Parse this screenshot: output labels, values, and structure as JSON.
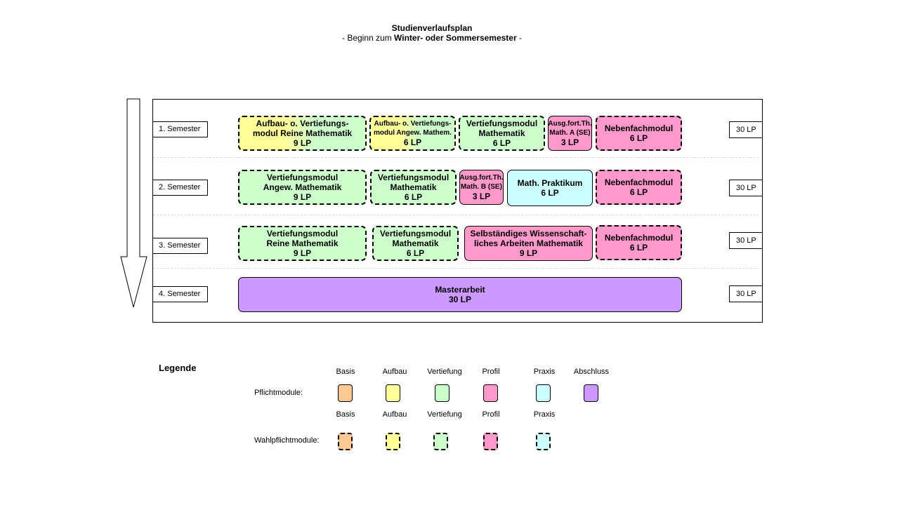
{
  "title": {
    "line1": "Studienverlaufsplan",
    "line2_prefix": "- Beginn zum ",
    "line2_bold": "Winter- oder Sommersemester",
    "line2_suffix": " -"
  },
  "colors": {
    "basis": "#ffc995",
    "aufbau": "#ffff99",
    "vertiefung": "#ccffcc",
    "profil": "#ff99cc",
    "praxis": "#ccffff",
    "abschluss": "#cc99ff"
  },
  "semesters": [
    {
      "label": "1. Semester",
      "lp": "30 LP",
      "modules": [
        {
          "name": "Aufbau- o. Vertiefungs-\nmodul Reine Mathematik",
          "lp": "9 LP",
          "style": "dash aufbau-vert"
        },
        {
          "name": "Aufbau- o. Vertiefungs-\nmodul Angew. Mathem.",
          "lp": "6 LP",
          "style": "dash aufbau-vert"
        },
        {
          "name": "Vertiefungsmodul\nMathematik",
          "lp": "6 LP",
          "style": "dash vertiefung"
        },
        {
          "name": "Ausg.fort.Th.\nMath. A (SE)",
          "lp": "3 LP",
          "style": "solid profil"
        },
        {
          "name": "Nebenfachmodul",
          "lp": "6 LP",
          "style": "dash profil"
        }
      ]
    },
    {
      "label": "2. Semester",
      "lp": "30 LP",
      "modules": [
        {
          "name": "Vertiefungsmodul\nAngew. Mathematik",
          "lp": "9 LP",
          "style": "dash vertiefung"
        },
        {
          "name": "Vertiefungsmodul\nMathematik",
          "lp": "6 LP",
          "style": "dash vertiefung"
        },
        {
          "name": "Ausg.fort.Th.\nMath. B (SE)",
          "lp": "3 LP",
          "style": "solid profil"
        },
        {
          "name": "Math. Praktikum",
          "lp": "6 LP",
          "style": "solid praxis"
        },
        {
          "name": "Nebenfachmodul",
          "lp": "6 LP",
          "style": "dash profil"
        }
      ]
    },
    {
      "label": "3. Semester",
      "lp": "30 LP",
      "modules": [
        {
          "name": "Vertiefungsmodul\nReine Mathematik",
          "lp": "9 LP",
          "style": "dash vertiefung"
        },
        {
          "name": "Vertiefungsmodul\nMathematik",
          "lp": "6 LP",
          "style": "dash vertiefung"
        },
        {
          "name": "Selbständiges Wissenschaft-\nliches Arbeiten Mathematik",
          "lp": "9 LP",
          "style": "solid profil"
        },
        {
          "name": "Nebenfachmodul",
          "lp": "6 LP",
          "style": "dash profil"
        }
      ]
    },
    {
      "label": "4. Semester",
      "lp": "30 LP",
      "modules": [
        {
          "name": "Masterarbeit",
          "lp": "30 LP",
          "style": "solid abschluss"
        }
      ]
    }
  ],
  "legend": {
    "title": "Legende",
    "pflicht_label": "Pflichtmodule:",
    "wahlpflicht_label": "Wahlpflichtmodule:",
    "pflicht_categories": [
      "Basis",
      "Aufbau",
      "Vertiefung",
      "Profil",
      "Praxis",
      "Abschluss"
    ],
    "wahlpflicht_categories": [
      "Basis",
      "Aufbau",
      "Vertiefung",
      "Profil",
      "Praxis"
    ]
  }
}
